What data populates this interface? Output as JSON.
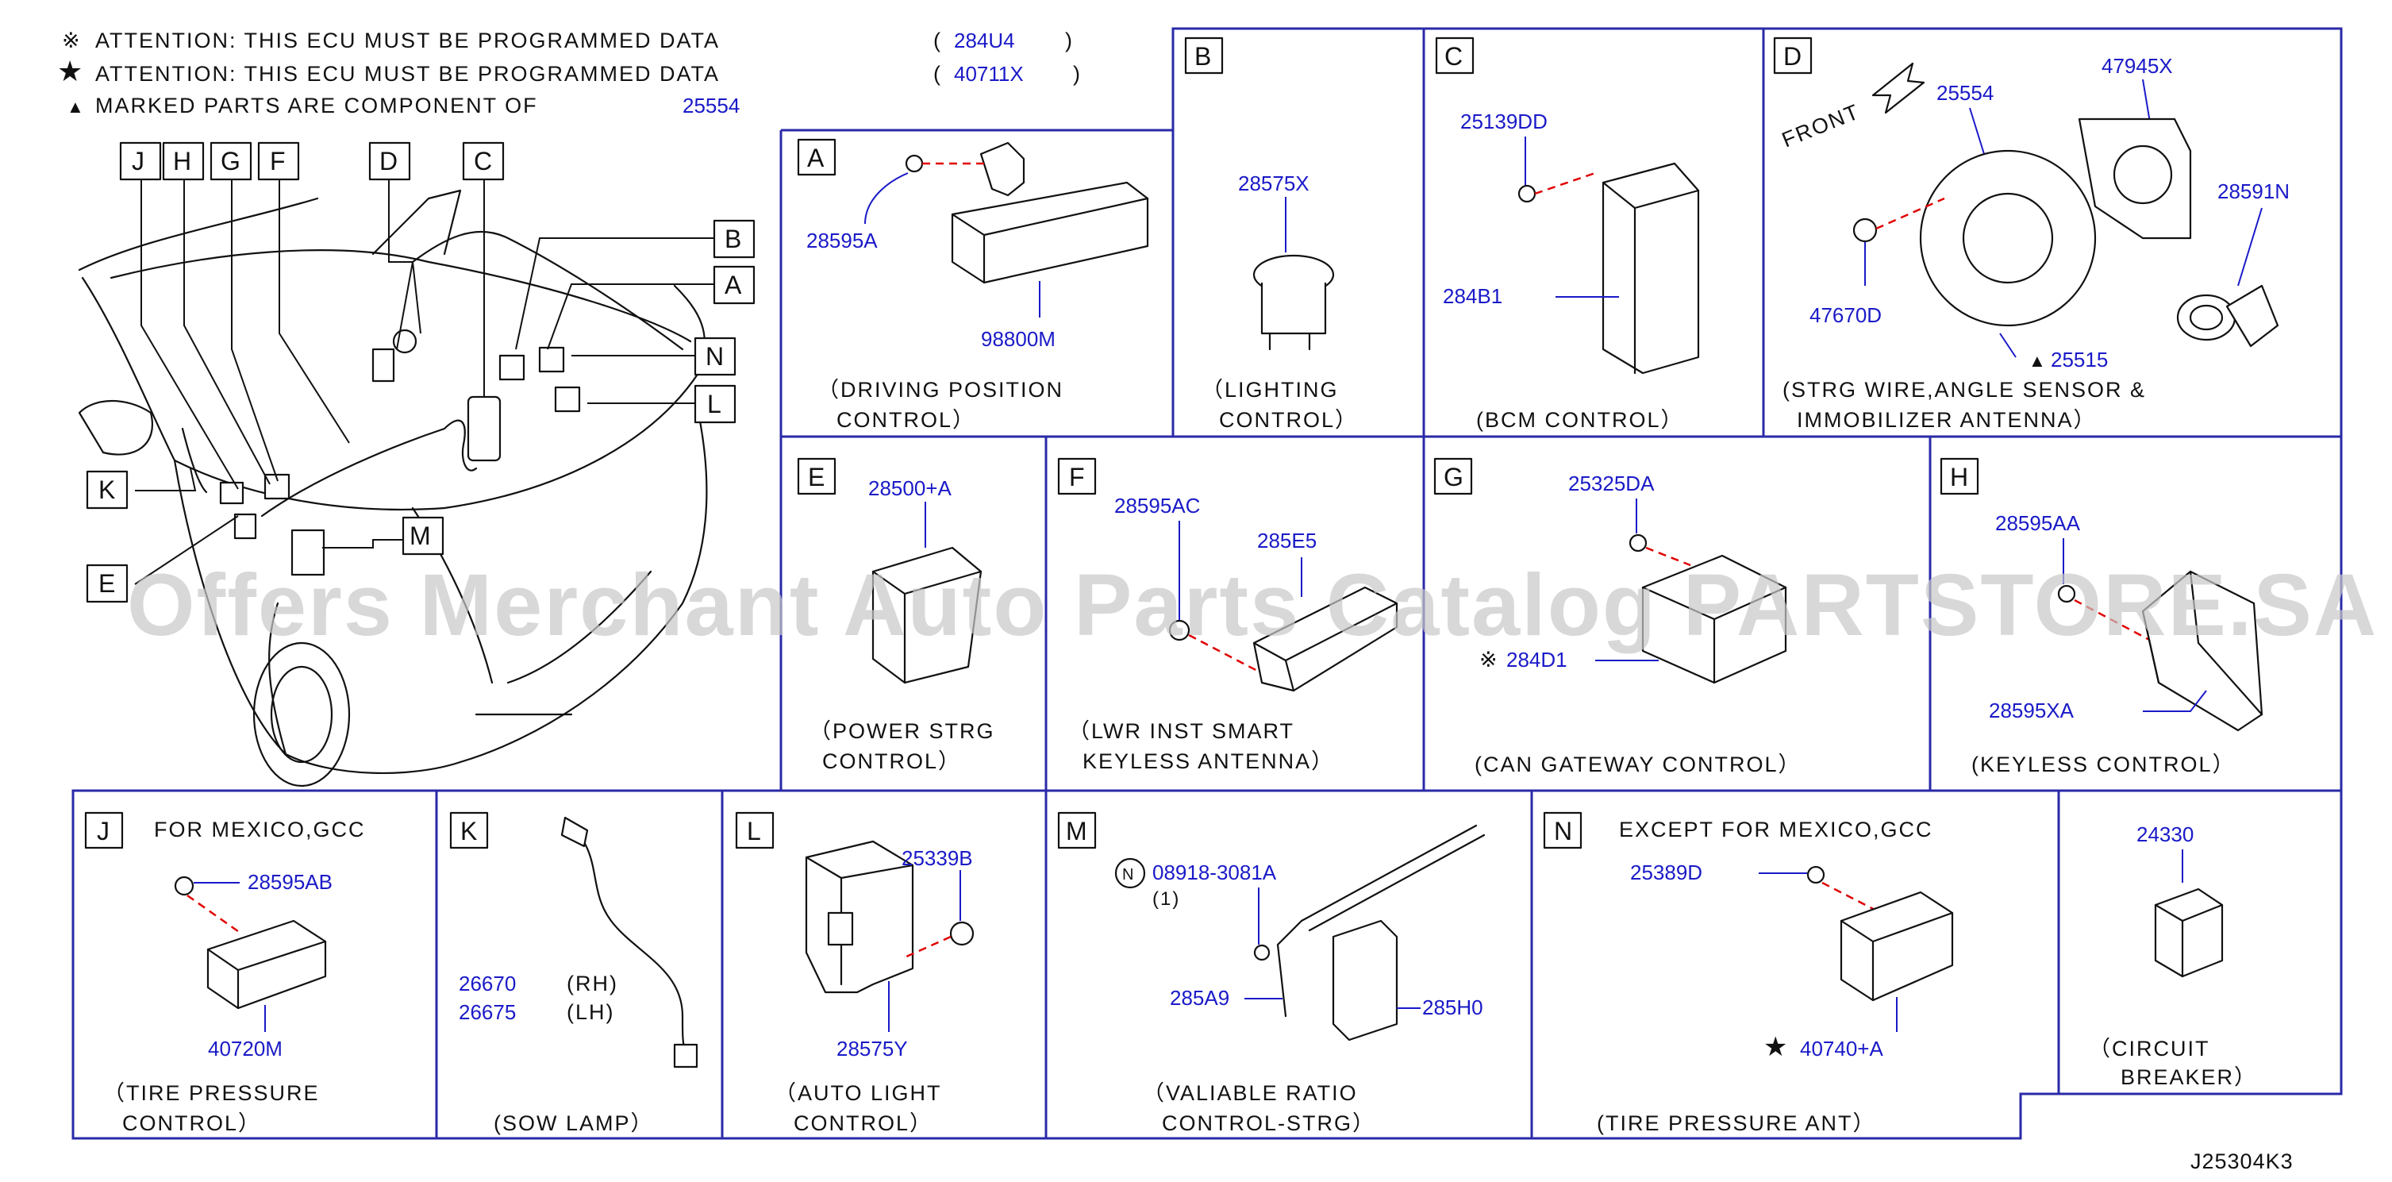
{
  "header": {
    "line1": {
      "text": "ATTENTION:  THIS  ECU  MUST  BE  PROGRAMMED  DATA",
      "code": "284U4"
    },
    "line2": {
      "text": "ATTENTION:  THIS  ECU  MUST  BE  PROGRAMMED  DATA",
      "code": "40711X"
    },
    "line3": {
      "text": "MARKED  PARTS  ARE  COMPONENT  OF",
      "code": "25554"
    },
    "mark1": "※",
    "mark2": "★",
    "mark3": "▲",
    "paren_open": "(",
    "paren_close": ")"
  },
  "overview": {
    "callouts": [
      "J",
      "H",
      "G",
      "F",
      "D",
      "C",
      "B",
      "A",
      "N",
      "L",
      "M",
      "K",
      "E"
    ]
  },
  "panels": {
    "A": {
      "letter": "A",
      "parts": [
        "28595A",
        "98800M"
      ],
      "caption": [
        "（DRIVING  POSITION",
        "CONTROL）"
      ]
    },
    "B": {
      "letter": "B",
      "parts": [
        "28575X"
      ],
      "caption": [
        "（LIGHTING",
        "CONTROL）"
      ]
    },
    "C": {
      "letter": "C",
      "parts": [
        "25139DD",
        "284B1"
      ],
      "caption": [
        "(BCM  CONTROL）"
      ]
    },
    "D": {
      "letter": "D",
      "front": "FRONT",
      "parts": [
        "25554",
        "47945X",
        "28591N",
        "47670D",
        "25515"
      ],
      "mark": "▲",
      "caption": [
        "(STRG  WIRE,ANGLE  SENSOR  &",
        "IMMOBILIZER  ANTENNA）"
      ]
    },
    "E": {
      "letter": "E",
      "parts": [
        "28500+A"
      ],
      "caption": [
        "（POWER  STRG",
        "CONTROL）"
      ]
    },
    "F": {
      "letter": "F",
      "parts": [
        "28595AC",
        "285E5"
      ],
      "caption": [
        "（LWR  INST  SMART",
        "KEYLESS  ANTENNA）"
      ]
    },
    "G": {
      "letter": "G",
      "parts": [
        "25325DA",
        "284D1"
      ],
      "mark": "※",
      "caption": [
        "(CAN  GATEWAY  CONTROL）"
      ]
    },
    "H": {
      "letter": "H",
      "parts": [
        "28595AA",
        "28595XA"
      ],
      "caption": [
        "(KEYLESS  CONTROL）"
      ]
    },
    "J": {
      "letter": "J",
      "note": "FOR  MEXICO,GCC",
      "parts": [
        "28595AB",
        "40720M"
      ],
      "caption": [
        "（TIRE  PRESSURE",
        "CONTROL）"
      ]
    },
    "K": {
      "letter": "K",
      "parts": [
        "26670",
        "26675"
      ],
      "variants": [
        "(RH)",
        "(LH)"
      ],
      "caption": [
        "(SOW  LAMP）"
      ]
    },
    "L": {
      "letter": "L",
      "parts": [
        "25339B",
        "28575Y"
      ],
      "caption": [
        "（AUTO  LIGHT",
        "CONTROL）"
      ]
    },
    "M": {
      "letter": "M",
      "nut_symbol": "N",
      "parts": [
        "08918-3081A",
        "285A9",
        "285H0"
      ],
      "qty": "(1)",
      "caption": [
        "（VALIABLE  RATIO",
        "CONTROL-STRG）"
      ]
    },
    "N": {
      "letter": "N",
      "note": "EXCEPT  FOR  MEXICO,GCC",
      "parts": [
        "25389D",
        "40740+A"
      ],
      "mark": "★",
      "caption": [
        "(TIRE  PRESSURE  ANT）"
      ]
    },
    "CB": {
      "parts": [
        "24330"
      ],
      "caption": [
        "（CIRCUIT",
        "BREAKER）"
      ]
    }
  },
  "watermark": "Offers Merchant Auto Parts Catalog PARTSTORE.SA",
  "drawing_code": "J25304K3"
}
